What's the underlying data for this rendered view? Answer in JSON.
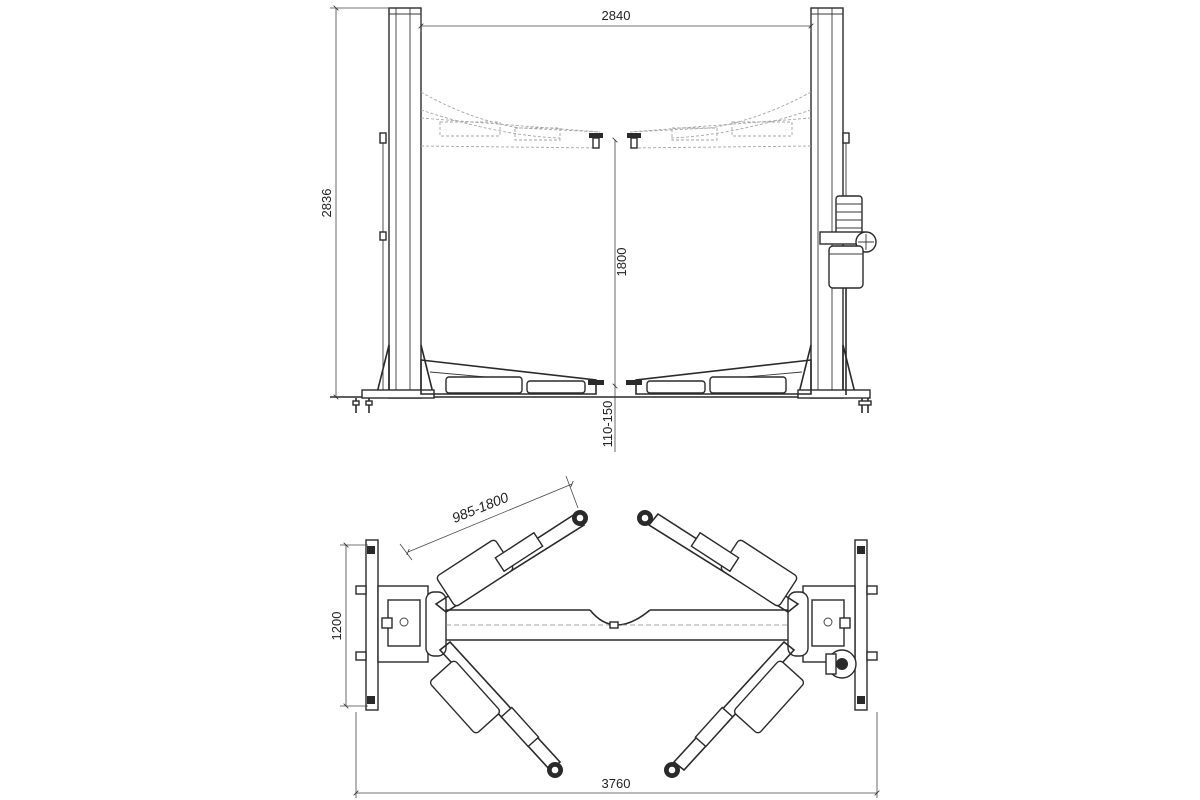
{
  "dimensions": {
    "column_spacing": "2840",
    "total_height": "2836",
    "lift_height": "1800",
    "min_pad_height": "110-150",
    "arm_reach": "985-1800",
    "base_depth": "1200",
    "overall_width": "3760"
  }
}
